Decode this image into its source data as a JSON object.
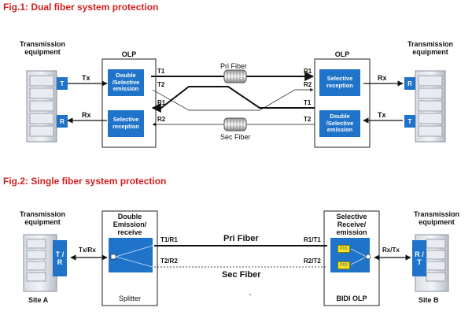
{
  "fig1": {
    "title": "Fig.1: Dual fiber system protection",
    "left_equipment_label": "Transmission equipment",
    "right_equipment_label": "Transmission equipment",
    "olp_left_label": "OLP",
    "olp_right_label": "OLP",
    "left_tile_tx": "T",
    "left_tile_rx": "R",
    "right_tile_rx": "R",
    "right_tile_tx": "T",
    "left_tx": "Tx",
    "left_rx": "Rx",
    "right_rx": "Rx",
    "right_tx": "Tx",
    "box_double_left": "Double /Selective emission",
    "box_selective_left": "Selective reception",
    "box_selective_right": "Selective reception",
    "box_double_right": "Double /Selective emission",
    "port_t1_left": "T1",
    "port_t2_left": "T2",
    "port_r1_left": "R1",
    "port_r2_left": "R2",
    "port_r1_right": "R1",
    "port_r2_right": "R2",
    "port_t1_right": "T1",
    "port_t2_right": "T2",
    "pri_fiber": "Pri Fiber",
    "sec_fiber": "Sec Fiber"
  },
  "fig2": {
    "title": "Fig.2: Single fiber system protection",
    "left_equipment_label": "Transmission equipment",
    "right_equipment_label": "Transmission equipment",
    "left_tile": "T / R",
    "right_tile": "R / T",
    "site_a": "Site A",
    "site_b": "Site B",
    "left_txrx": "Tx/Rx",
    "right_rxtx": "Rx/Tx",
    "splitter_title": "Double Emission/ receive",
    "splitter_label": "Splitter",
    "bidi_title": "Selective Receive/ emission",
    "bidi_label": "BIDI OLP",
    "port_t1r1": "T1/R1",
    "port_t2r2": "T2/R2",
    "port_r1t1": "R1/T1",
    "port_r2t2": "R2/T2",
    "pri_fiber": "Pri Fiber",
    "sec_fiber": "Sec Fiber",
    "pd1": "PD1",
    "pd2": "PD2"
  }
}
